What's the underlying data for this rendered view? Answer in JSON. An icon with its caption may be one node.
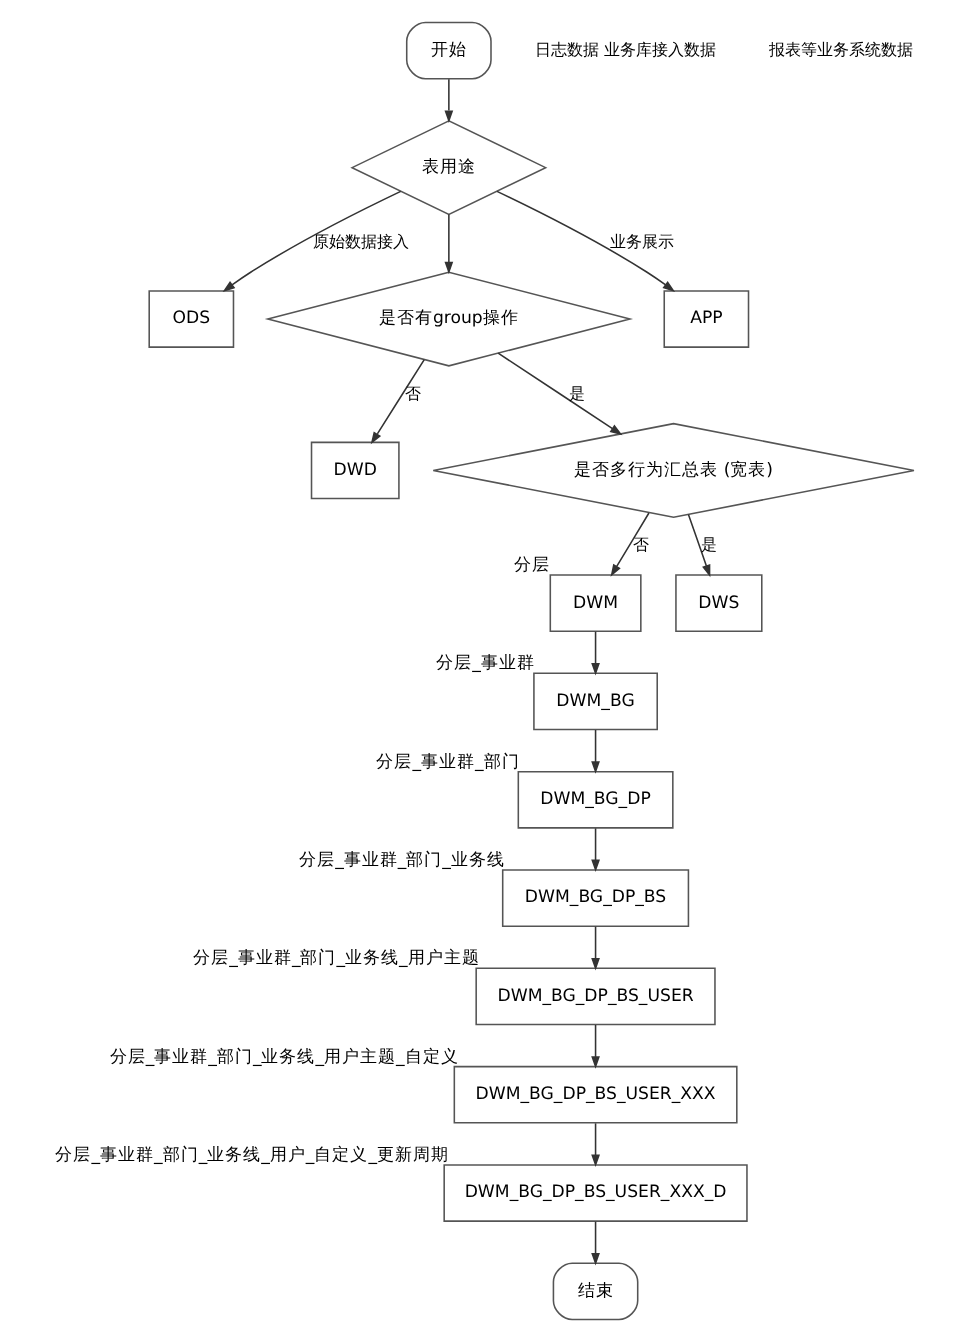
{
  "diagram": {
    "nodes": [
      {
        "text": [
          "开始"
        ]
      },
      {
        "text": [
          "表用途"
        ]
      },
      {
        "text": [
          "ODS"
        ]
      },
      {
        "text": [
          "是否有group操作"
        ]
      },
      {
        "text": [
          "APP"
        ]
      },
      {
        "text": [
          "DWD"
        ]
      },
      {
        "text": [
          "是否多行为汇总表 (宽表)"
        ]
      },
      {
        "text": [
          "DWM"
        ],
        "beside": [
          "分层"
        ]
      },
      {
        "text": [
          "DWS"
        ]
      },
      {
        "text": [
          "DWM_BG"
        ],
        "beside": [
          "分层_事业群"
        ]
      },
      {
        "text": [
          "DWM_BG_DP"
        ],
        "beside": [
          "分层_事业群_部门"
        ]
      },
      {
        "text": [
          "DWM_BG_DP_BS"
        ],
        "beside": [
          "分层_事业群_部门_业务线"
        ]
      },
      {
        "text": [
          "DWM_BG_DP_BS_USER"
        ],
        "beside": [
          "分层_事业群_部门_业务线_用户主题"
        ]
      },
      {
        "text": [
          "DWM_BG_DP_BS_USER_XXX"
        ],
        "beside": [
          "分层_事业群_部门_业务线_用户主题_自定义"
        ]
      },
      {
        "text": [
          "DWM_BG_DP_BS_USER_XXX_D"
        ],
        "beside": [
          "分层_事业群_部门_业务线_用户_自定义_更新周期"
        ]
      },
      {
        "text": [
          "结束"
        ]
      }
    ],
    "edges": [
      {
        "from": 0,
        "to": 1,
        "arrow": "to"
      },
      {
        "from": 1,
        "to": 2,
        "arrow": "to",
        "label": "原始数据接入"
      },
      {
        "from": 1,
        "to": 3,
        "arrow": "to"
      },
      {
        "from": 1,
        "to": 4,
        "arrow": "to",
        "label": "业务展示"
      },
      {
        "from": 3,
        "to": 5,
        "arrow": "to",
        "label": "否"
      },
      {
        "from": 3,
        "to": 6,
        "arrow": "to",
        "label": "是"
      },
      {
        "from": 6,
        "to": 7,
        "arrow": "to",
        "label": "否"
      },
      {
        "from": 6,
        "to": 8,
        "arrow": "to",
        "label": "是"
      },
      {
        "from": 7,
        "to": 9,
        "arrow": "to"
      },
      {
        "from": 9,
        "to": 10,
        "arrow": "to"
      },
      {
        "from": 10,
        "to": 11,
        "arrow": "to"
      },
      {
        "from": 11,
        "to": 12,
        "arrow": "to"
      },
      {
        "from": 12,
        "to": 13,
        "arrow": "to"
      },
      {
        "from": 13,
        "to": 14,
        "arrow": "to"
      },
      {
        "from": 14,
        "to": 15,
        "arrow": "to"
      }
    ],
    "labels": [
      "日志数据 业务库接入数据",
      "报表等业务系统数据"
    ]
  }
}
